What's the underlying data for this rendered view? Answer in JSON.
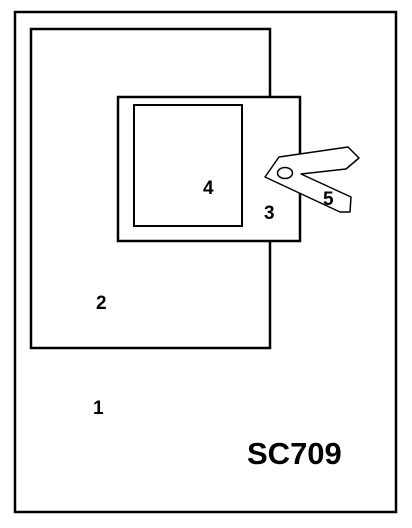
{
  "diagram": {
    "labels": {
      "part_1": "1",
      "part_2": "2",
      "part_3": "3",
      "part_4": "4",
      "part_5": "5"
    },
    "code": "SC709",
    "colors": {
      "stroke": "#000000",
      "background": "#ffffff"
    }
  }
}
